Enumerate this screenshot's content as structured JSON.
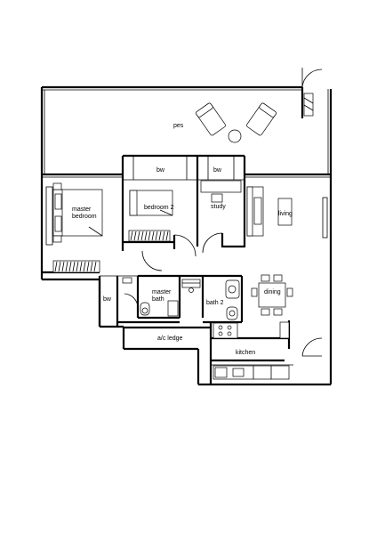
{
  "floorplan": {
    "rooms": [
      {
        "id": "pes",
        "label": "pes"
      },
      {
        "id": "bw-1",
        "label": "bw"
      },
      {
        "id": "bw-2",
        "label": "bw"
      },
      {
        "id": "master-bedroom",
        "label": "master\nbedroom"
      },
      {
        "id": "bedroom-2",
        "label": "bedroom 2"
      },
      {
        "id": "study",
        "label": "study"
      },
      {
        "id": "living",
        "label": "living"
      },
      {
        "id": "bw-3",
        "label": "bw"
      },
      {
        "id": "master-bath",
        "label": "master\nbath"
      },
      {
        "id": "bath-2",
        "label": "bath 2"
      },
      {
        "id": "dining",
        "label": "dining"
      },
      {
        "id": "ac-ledge",
        "label": "a/c ledge"
      },
      {
        "id": "kitchen",
        "label": "kitchen"
      }
    ]
  }
}
